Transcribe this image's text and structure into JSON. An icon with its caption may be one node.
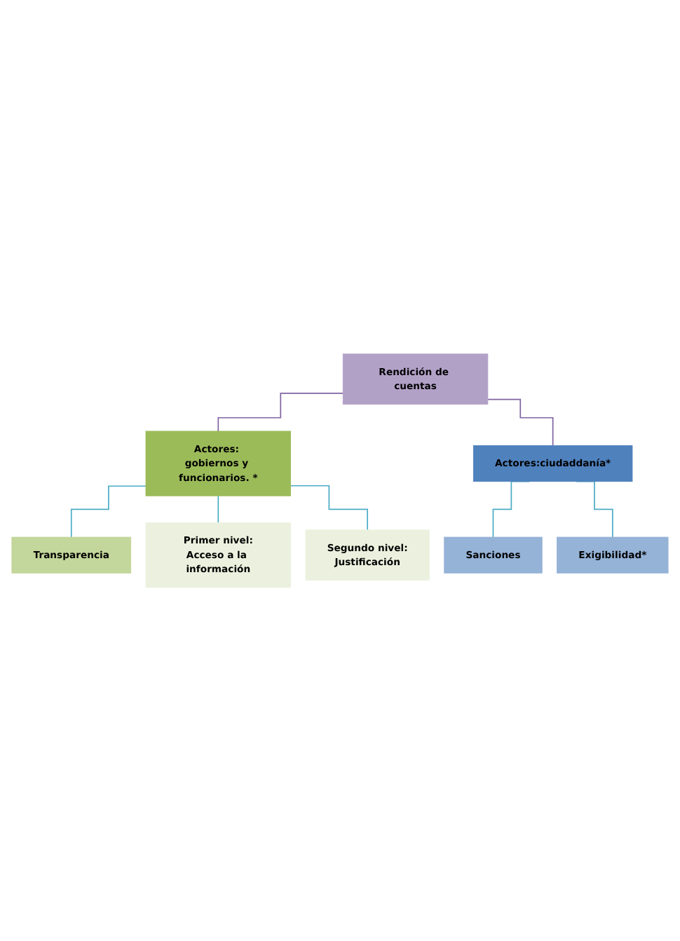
{
  "diagram": {
    "nodes": [
      {
        "text": [
          "Rendición de cuentas"
        ]
      },
      {
        "text": [
          "Actores: gobiernos y funcionarios. *"
        ]
      },
      {
        "text": [
          "Actores:ciudaddanía*"
        ]
      },
      {
        "text": [
          "Transparencia"
        ]
      },
      {
        "text": [
          "Primer nivel:",
          "Acceso a la información"
        ]
      },
      {
        "text": [
          "Segundo nivel:",
          "Justificación"
        ]
      },
      {
        "text": [
          "Sanciones"
        ]
      },
      {
        "text": [
          "Exigibilidad*"
        ]
      }
    ],
    "edges": [
      {
        "from": 0,
        "to": 1,
        "arrow": "none",
        "color": "#8064a2"
      },
      {
        "from": 0,
        "to": 2,
        "arrow": "none",
        "color": "#8064a2"
      },
      {
        "from": 1,
        "to": 3,
        "arrow": "none"
      },
      {
        "from": 1,
        "to": 4,
        "arrow": "none"
      },
      {
        "from": 1,
        "to": 5,
        "arrow": "none"
      },
      {
        "from": 2,
        "to": 6,
        "arrow": "none"
      },
      {
        "from": 2,
        "to": 7,
        "arrow": "none"
      }
    ]
  }
}
